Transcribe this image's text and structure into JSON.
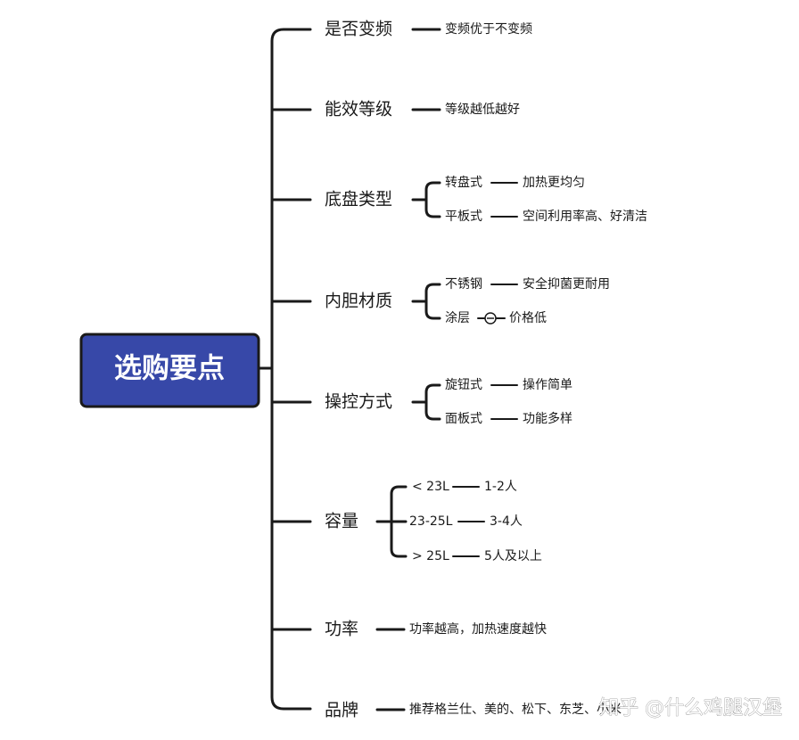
{
  "root": {
    "label": "选购要点"
  },
  "branches": [
    {
      "label": "是否变频",
      "children": [
        {
          "label": "变频优于不变频"
        }
      ]
    },
    {
      "label": "能效等级",
      "children": [
        {
          "label": "等级越低越好"
        }
      ]
    },
    {
      "label": "底盘类型",
      "children": [
        {
          "label": "转盘式",
          "detail": "加热更均匀"
        },
        {
          "label": "平板式",
          "detail": "空间利用率高、好清洁"
        }
      ]
    },
    {
      "label": "内胆材质",
      "children": [
        {
          "label": "不锈钢",
          "detail": "安全抑菌更耐用"
        },
        {
          "label": "涂层",
          "detail": "价格低"
        }
      ]
    },
    {
      "label": "操控方式",
      "children": [
        {
          "label": "旋钮式",
          "detail": "操作简单"
        },
        {
          "label": "面板式",
          "detail": "功能多样"
        }
      ]
    },
    {
      "label": "容量",
      "children": [
        {
          "label": "< 23L",
          "detail": "1-2人"
        },
        {
          "label": "23-25L",
          "detail": "3-4人"
        },
        {
          "label": "> 25L",
          "detail": "5人及以上"
        }
      ]
    },
    {
      "label": "功率",
      "children": [
        {
          "label": "功率越高，加热速度越快"
        }
      ]
    },
    {
      "label": "品牌",
      "children": [
        {
          "label": "推荐格兰仕、美的、松下、东芝、小米"
        }
      ]
    }
  ],
  "watermark": "知乎 @什么鸡腿汉堡"
}
